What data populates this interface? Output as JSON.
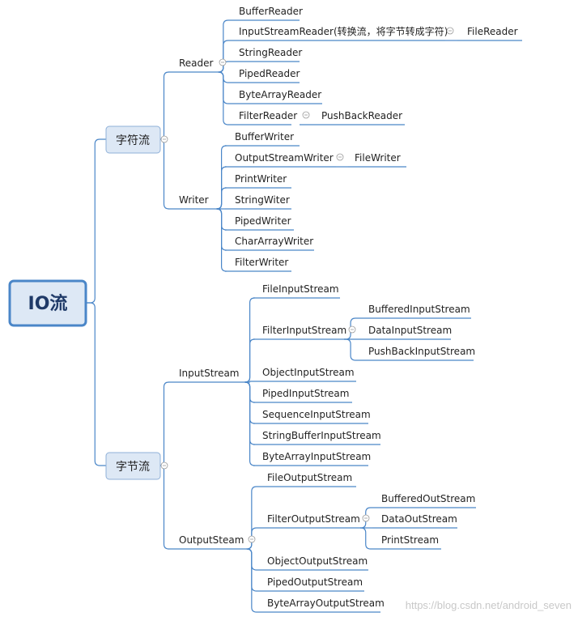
{
  "colors": {
    "line": "#4a86c8",
    "rootBorder": "#4a86c8",
    "rootFill": "#dde8f5",
    "mainFill": "#dde8f5",
    "mainBorder": "#8fb0d8",
    "text": "#222222"
  },
  "root": "IO流",
  "nodes": {
    "char": "字符流",
    "byte": "字节流",
    "reader": "Reader",
    "writer": "Writer",
    "inputStream": "InputStream",
    "outputStream": "OutputSteam",
    "bufferReader": "BufferReader",
    "inputStreamReader": "InputStreamReader(转换流，将字节转成字符)",
    "fileReader": "FileReader",
    "stringReader": "StringReader",
    "pipedReader": "PipedReader",
    "byteArrayReader": "ByteArrayReader",
    "filterReader": "FilterReader",
    "pushBackReader": "PushBackReader",
    "bufferWriter": "BufferWriter",
    "outputStreamWriter": "OutputStreamWriter",
    "fileWriter": "FileWriter",
    "printWriter": "PrintWriter",
    "stringWiter": "StringWiter",
    "pipedWriter": "PipedWriter",
    "charArrayWriter": "CharArrayWriter",
    "filterWriter": "FilterWriter",
    "fileInputStream": "FileInputStream",
    "filterInputStream": "FilterInputStream",
    "bufferedInputStream": "BufferedInputStream",
    "dataInputStream": "DataInputStream",
    "pushBackInputStream": "PushBackInputStream",
    "objectInputStream": "ObjectInputStream",
    "pipedInputStream": "PipedInputStream",
    "sequenceInputStream": "SequenceInputStream",
    "stringBufferInputStream": "StringBufferInputStream",
    "byteArrayInputStream": "ByteArrayInputStream",
    "fileOutputStream": "FileOutputStream",
    "filterOutputStream": "FilterOutputStream",
    "bufferedOutStream": "BufferedOutStream",
    "dataOutStream": "DataOutStream",
    "printStream": "PrintStream",
    "objectOutputStream": "ObjectOutputStream",
    "pipedOutputStream": "PipedOutputStream",
    "byteArrayOutputStream": "ByteArrayOutputStream"
  },
  "watermark": "https://blog.csdn.net/android_seven"
}
